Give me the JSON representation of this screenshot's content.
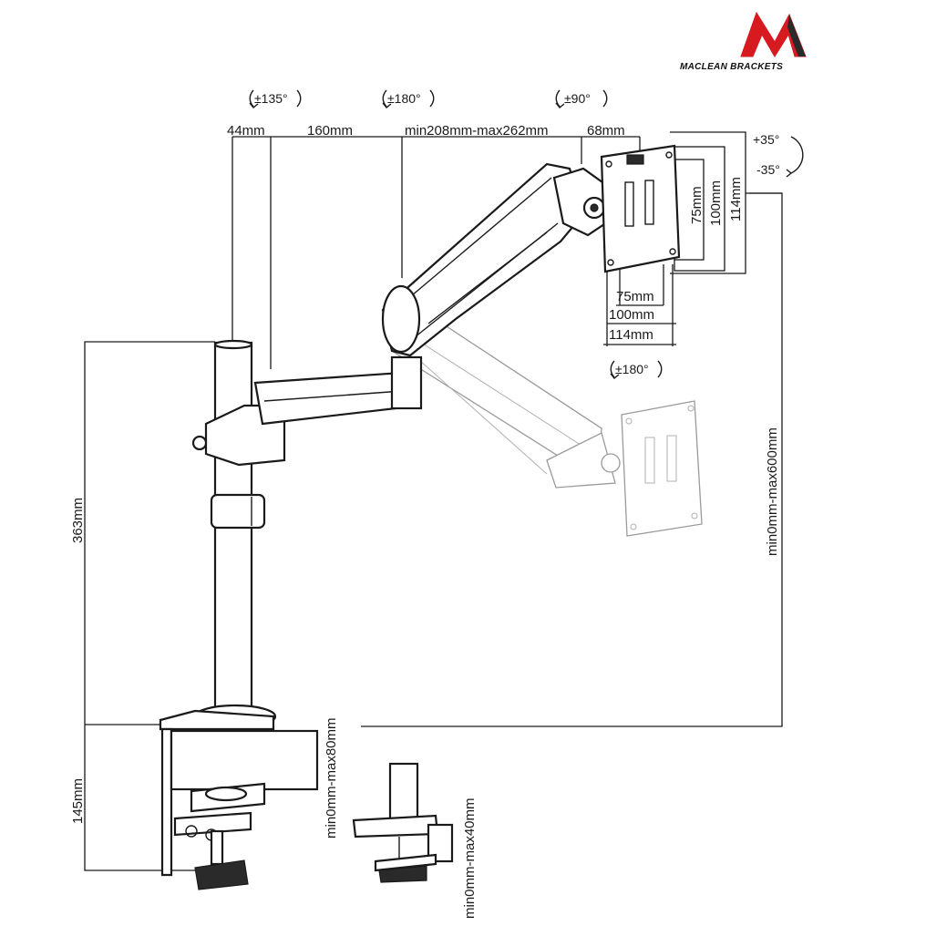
{
  "brand": {
    "name": "MACLEAN BRACKETS",
    "colors": {
      "primary": "#d71920",
      "dark": "#1a1a1a"
    }
  },
  "rotations": {
    "pole_joint": "±135°",
    "arm_joint": "±180°",
    "head_swivel": "±90°",
    "head_rotation": "±180°",
    "tilt_up": "+35°",
    "tilt_down": "-35°"
  },
  "dimensions": {
    "top_44": "44mm",
    "top_160": "160mm",
    "top_arm": "min208mm-max262mm",
    "top_68": "68mm",
    "pole_height": "363mm",
    "clamp_height": "145mm",
    "vertical_reach": "min0mm-max600mm",
    "desk_clamp": "min0mm-max80mm",
    "grommet_clamp": "min0mm-max40mm"
  },
  "vesa": {
    "v75": "75mm",
    "v100": "100mm",
    "v114": "114mm",
    "h75": "75mm",
    "h100": "100mm",
    "h114": "114mm"
  }
}
